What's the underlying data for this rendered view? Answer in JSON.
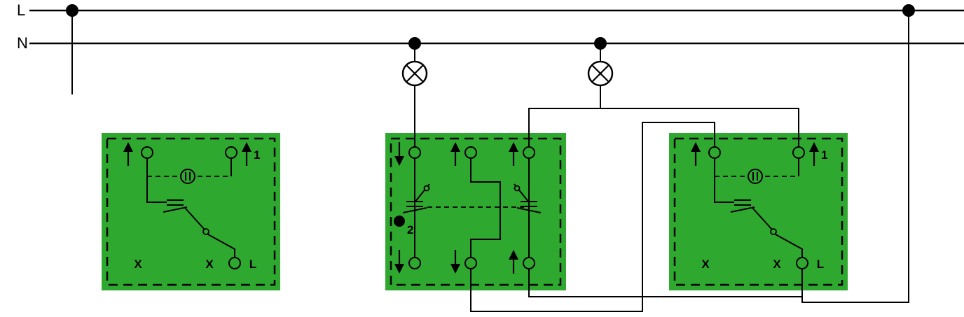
{
  "diagram": {
    "bus": {
      "live_label": "L",
      "neutral_label": "N"
    },
    "switches": {
      "left": {
        "top_terminal_label": "1",
        "bottom_labels": [
          "X",
          "X",
          "L"
        ]
      },
      "middle": {
        "position_label": "2"
      },
      "right": {
        "top_terminal_label": "1",
        "bottom_labels": [
          "X",
          "X",
          "L"
        ]
      }
    },
    "colors": {
      "box_green": "#2fa82f",
      "line_black": "#000000",
      "background": "#ffffff"
    }
  }
}
